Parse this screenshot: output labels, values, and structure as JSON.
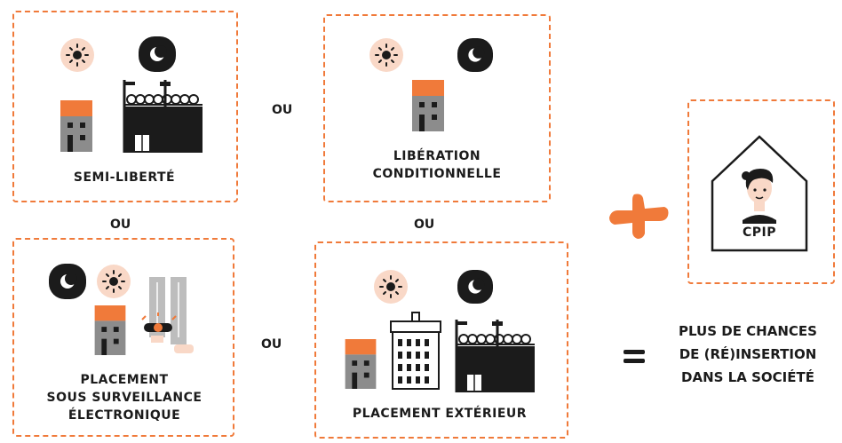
{
  "panels": {
    "semi_liberte": {
      "label": "SEMI-LIBERTÉ"
    },
    "liberation": {
      "label_line1": "LIBÉRATION",
      "label_line2": "CONDITIONNELLE"
    },
    "surveillance": {
      "label_line1": "PLACEMENT",
      "label_line2": "SOUS SURVEILLANCE",
      "label_line3": "ÉLECTRONIQUE"
    },
    "exterieur": {
      "label": "PLACEMENT EXTÉRIEUR"
    },
    "cpip": {
      "label": "CPIP"
    }
  },
  "connectors": {
    "ou": "OU",
    "equals": "="
  },
  "result": {
    "line1": "PLUS DE CHANCES",
    "line2": "DE (RÉ)INSERTION",
    "line3": "DANS LA SOCIÉTÉ"
  },
  "icons": [
    "sun-icon",
    "moon-icon",
    "house-icon",
    "prison-icon",
    "apartment-building-icon",
    "ankle-bracelet-icon",
    "advisor-portrait-icon",
    "plus-icon",
    "equals-icon"
  ],
  "colors": {
    "accent": "#f07a3a",
    "sun_bg": "#f9d8c7",
    "dark": "#1b1b1b",
    "house_wall": "#8c8c8c",
    "house_roof": "#f07a3a",
    "trousers": "#bdbdbd"
  }
}
